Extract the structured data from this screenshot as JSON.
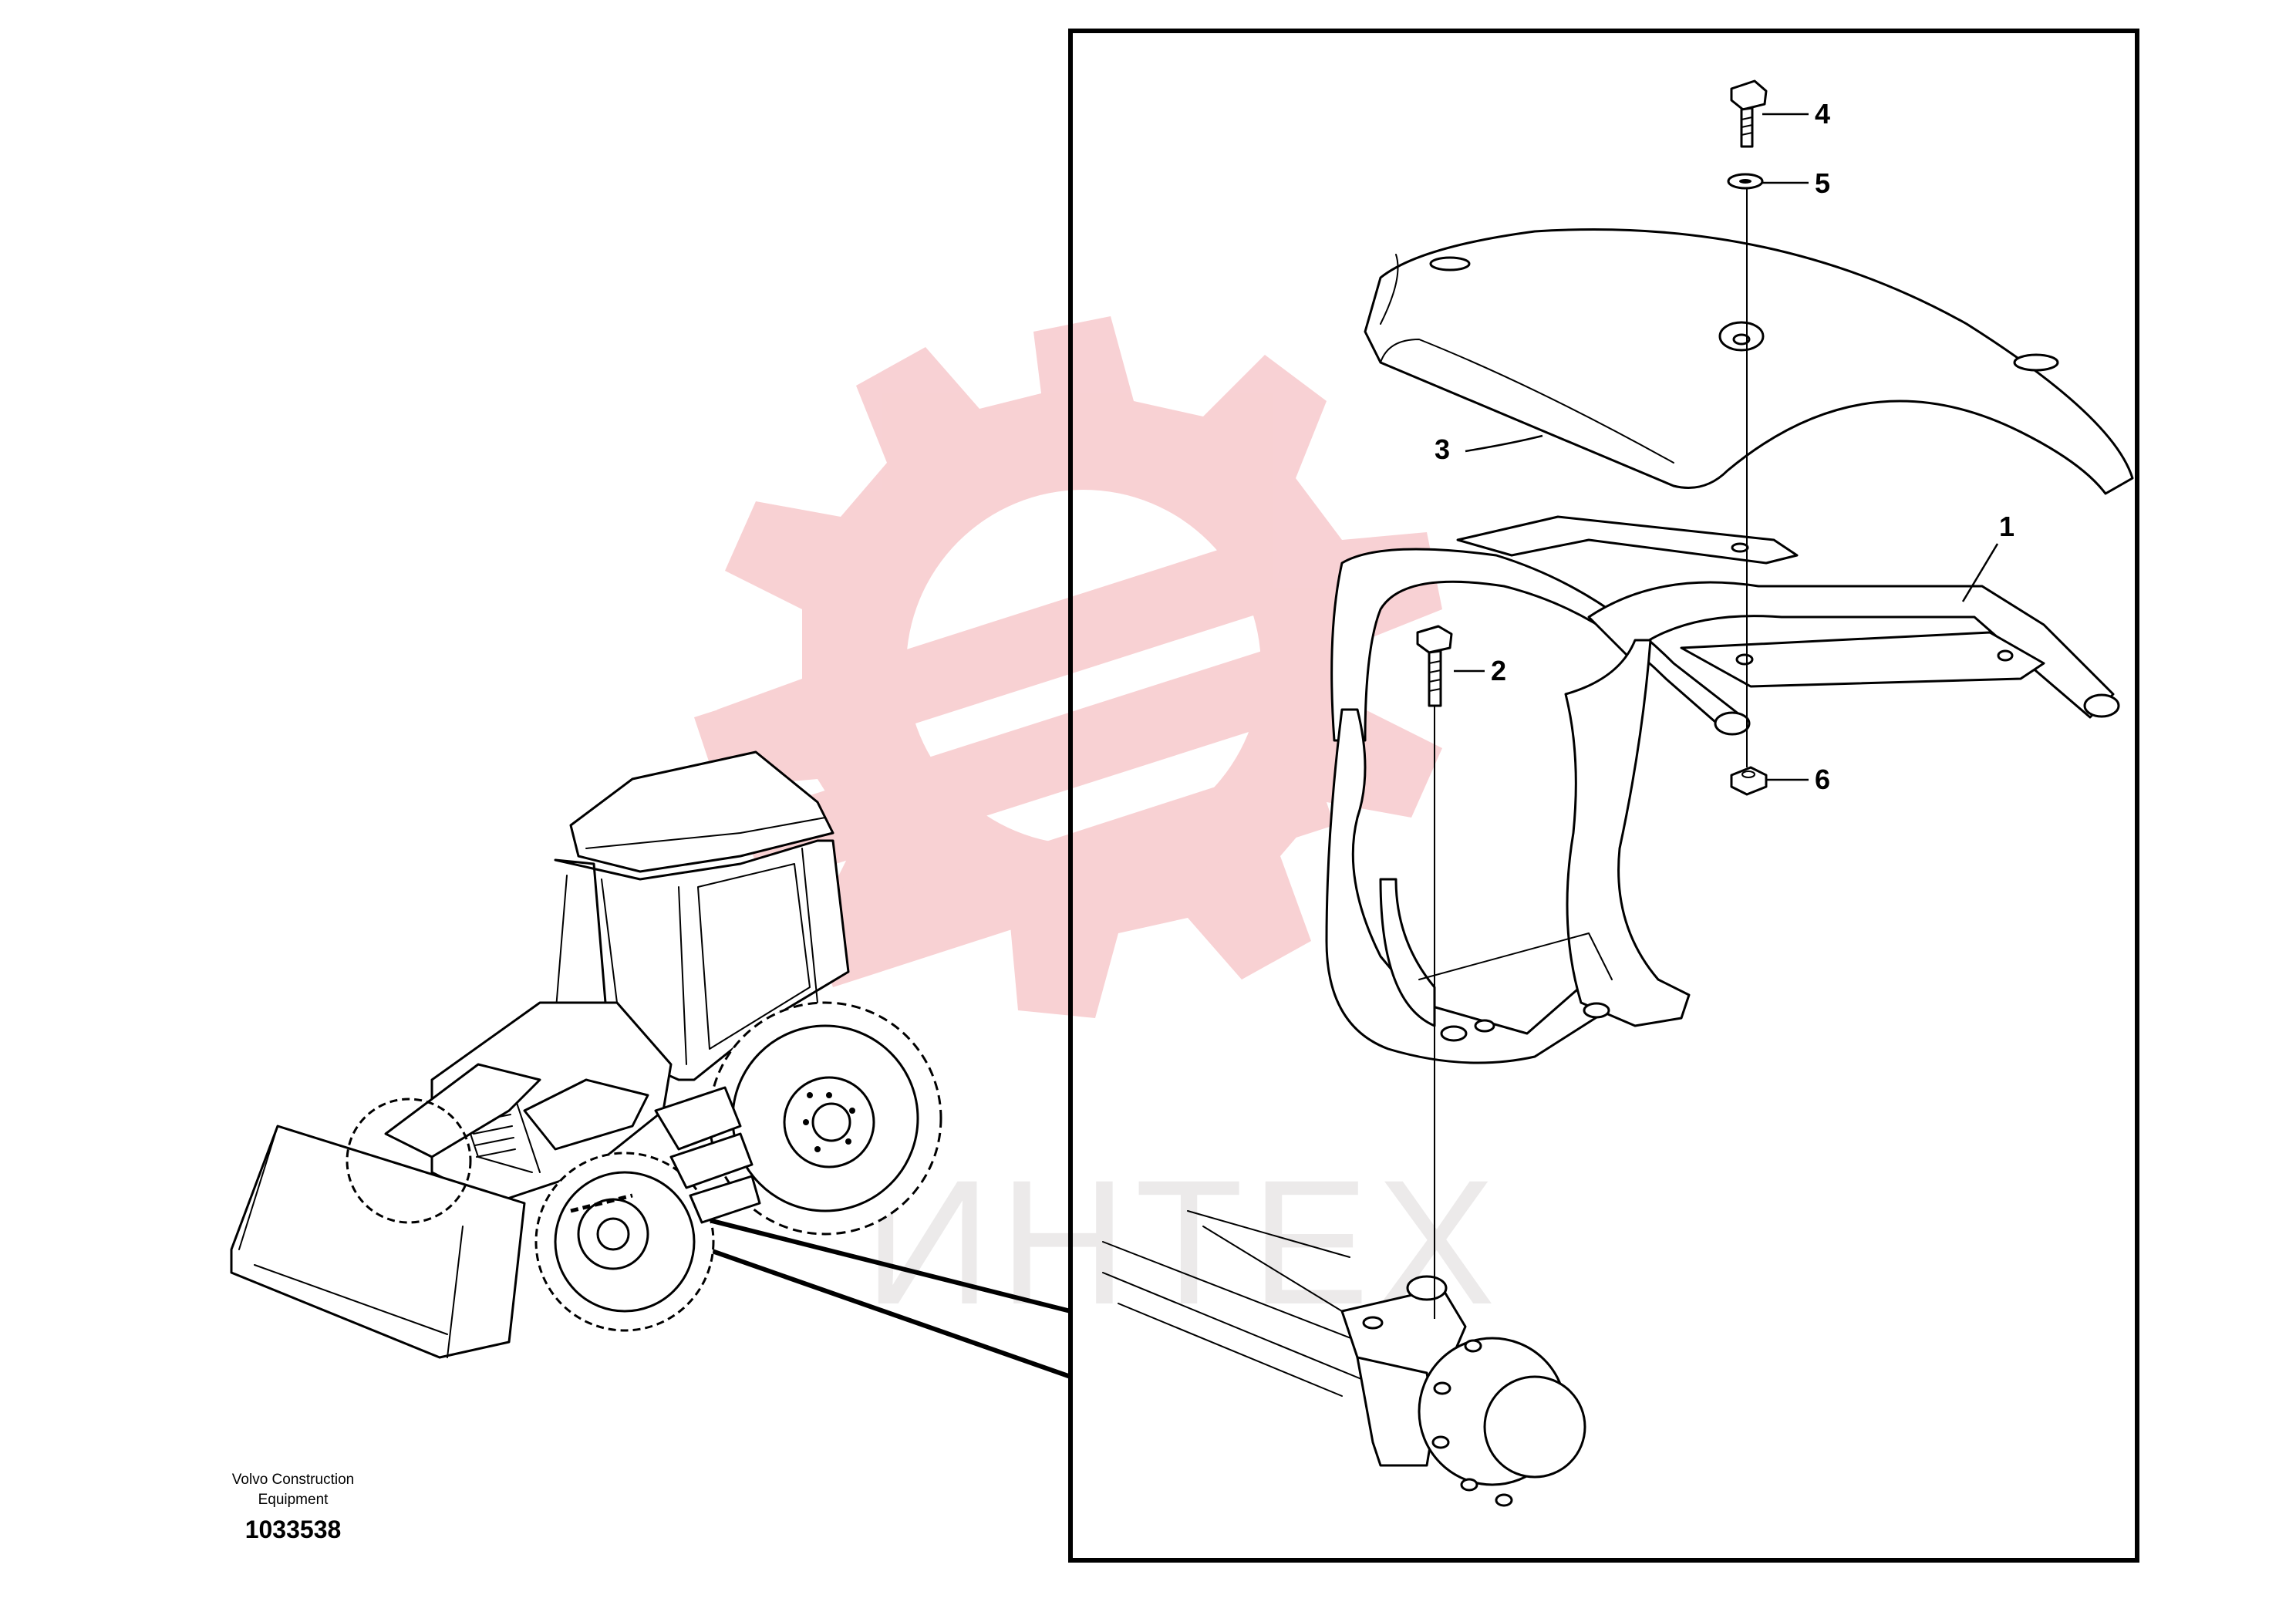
{
  "watermark": {
    "text": "ИНТЕХ",
    "color": "#f3b9bd"
  },
  "callouts": [
    {
      "id": "1",
      "label": "1"
    },
    {
      "id": "2",
      "label": "2"
    },
    {
      "id": "3",
      "label": "3"
    },
    {
      "id": "4",
      "label": "4"
    },
    {
      "id": "5",
      "label": "5"
    },
    {
      "id": "6",
      "label": "6"
    }
  ],
  "brand": {
    "line1": "Volvo Construction",
    "line2": "Equipment"
  },
  "document_number": "1033538"
}
